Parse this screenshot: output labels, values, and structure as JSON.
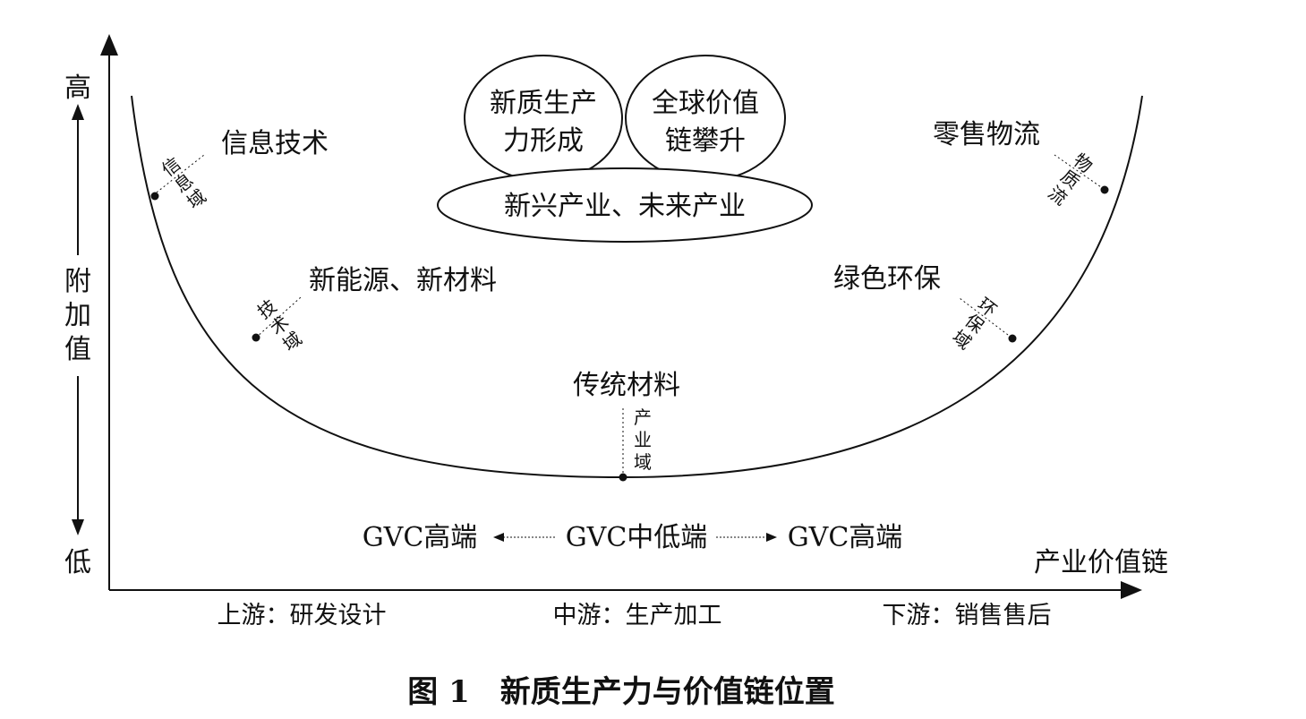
{
  "y_axis": {
    "high": "高",
    "label_chars": [
      "附",
      "加",
      "值"
    ],
    "low": "低"
  },
  "x_axis": {
    "label": "产业价值链"
  },
  "ovals": {
    "left_line1": "新质生产",
    "left_line2": "力形成",
    "right_line1": "全球价值",
    "right_line2": "链攀升",
    "bottom": "新兴产业、未来产业"
  },
  "curve_points": {
    "info": {
      "label": "信息技术",
      "domain": [
        "信",
        "息",
        "域"
      ]
    },
    "energy": {
      "label": "新能源、新材料",
      "domain": [
        "技",
        "术",
        "域"
      ]
    },
    "traditional": {
      "label": "传统材料",
      "domain": [
        "产",
        "业",
        "域"
      ]
    },
    "green": {
      "label": "绿色环保",
      "domain": [
        "环",
        "保",
        "域"
      ]
    },
    "retail": {
      "label": "零售物流",
      "domain": [
        "物",
        "质",
        "流"
      ]
    }
  },
  "gvc": {
    "left": "GVC高端",
    "center": "GVC中低端",
    "right": "GVC高端"
  },
  "stages": {
    "up": "上游：研发设计",
    "mid": "中游：生产加工",
    "down": "下游：销售售后"
  },
  "caption": "图 1　新质生产力与价值链位置"
}
